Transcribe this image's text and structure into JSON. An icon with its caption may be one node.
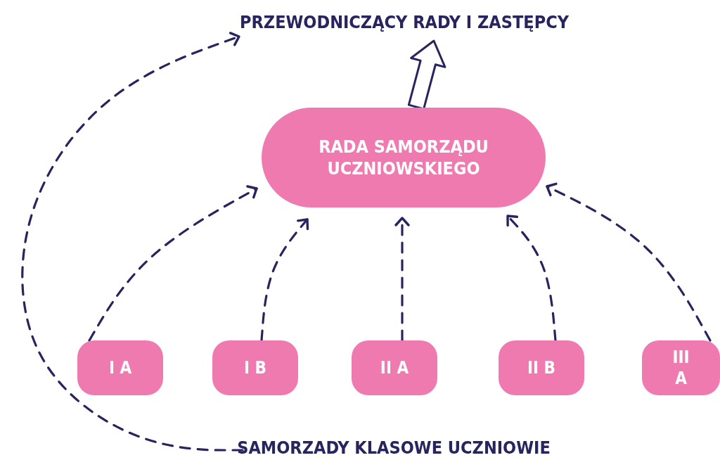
{
  "diagram": {
    "nodes": [
      {
        "text": [
          "PRZEWODNICZĄCY RADY I ZASTĘPCY"
        ]
      },
      {
        "text": [
          "RADA SAMORZĄDU UCZNIOWSKIEGO"
        ]
      },
      {
        "text": [
          "I A"
        ]
      },
      {
        "text": [
          "I B"
        ]
      },
      {
        "text": [
          "II A"
        ]
      },
      {
        "text": [
          "II B"
        ]
      },
      {
        "text": [
          "III A"
        ]
      },
      {
        "text": [
          "SAMORZADY KLASOWE UCZNIOWIE"
        ]
      }
    ],
    "edges": [
      {
        "from": 2,
        "to": 1,
        "arrow": "to",
        "style": "dashed"
      },
      {
        "from": 3,
        "to": 1,
        "arrow": "to",
        "style": "dashed"
      },
      {
        "from": 4,
        "to": 1,
        "arrow": "to",
        "style": "dashed"
      },
      {
        "from": 5,
        "to": 1,
        "arrow": "to",
        "style": "dashed"
      },
      {
        "from": 6,
        "to": 1,
        "arrow": "to",
        "style": "dashed"
      },
      {
        "from": 7,
        "to": 0,
        "arrow": "to",
        "style": "dashed"
      },
      {
        "from": 1,
        "to": 0,
        "arrow": "to",
        "style": "thick"
      }
    ]
  }
}
